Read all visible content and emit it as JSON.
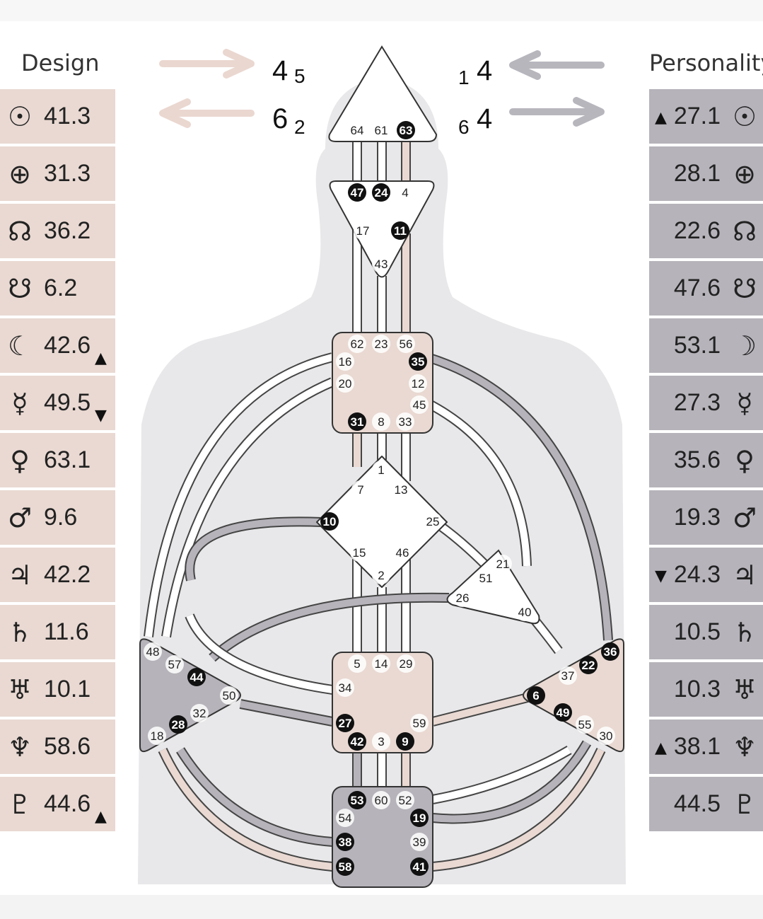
{
  "design": {
    "title": "Design",
    "rows": [
      {
        "icon": "sun-icon",
        "symbol": "☉",
        "value": "41.3",
        "mark": ""
      },
      {
        "icon": "earth-icon",
        "symbol": "⊕",
        "value": "31.3",
        "mark": ""
      },
      {
        "icon": "north-node-icon",
        "symbol": "☊",
        "value": "36.2",
        "mark": ""
      },
      {
        "icon": "south-node-icon",
        "symbol": "☋",
        "value": "6.2",
        "mark": ""
      },
      {
        "icon": "moon-icon",
        "symbol": "☾",
        "value": "42.6",
        "mark": "▲"
      },
      {
        "icon": "mercury-icon",
        "symbol": "☿",
        "value": "49.5",
        "mark": "▼"
      },
      {
        "icon": "venus-icon",
        "symbol": "♀",
        "value": "63.1",
        "mark": ""
      },
      {
        "icon": "mars-icon",
        "symbol": "♂",
        "value": "9.6",
        "mark": ""
      },
      {
        "icon": "jupiter-icon",
        "symbol": "♃",
        "value": "42.2",
        "mark": ""
      },
      {
        "icon": "saturn-icon",
        "symbol": "♄",
        "value": "11.6",
        "mark": ""
      },
      {
        "icon": "uranus-icon",
        "symbol": "♅",
        "value": "10.1",
        "mark": ""
      },
      {
        "icon": "neptune-icon",
        "symbol": "♆",
        "value": "58.6",
        "mark": ""
      },
      {
        "icon": "pluto-icon",
        "symbol": "♇",
        "value": "44.6",
        "mark": "▲"
      }
    ]
  },
  "personality": {
    "title": "Personality",
    "rows": [
      {
        "icon": "sun-icon",
        "symbol": "☉",
        "value": "27.1",
        "mark": "▲"
      },
      {
        "icon": "earth-icon",
        "symbol": "⊕",
        "value": "28.1",
        "mark": ""
      },
      {
        "icon": "north-node-icon",
        "symbol": "☊",
        "value": "22.6",
        "mark": ""
      },
      {
        "icon": "south-node-icon",
        "symbol": "☋",
        "value": "47.6",
        "mark": ""
      },
      {
        "icon": "moon-icon",
        "symbol": "☽",
        "value": "53.1",
        "mark": ""
      },
      {
        "icon": "mercury-icon",
        "symbol": "☿",
        "value": "27.3",
        "mark": ""
      },
      {
        "icon": "venus-icon",
        "symbol": "♀",
        "value": "35.6",
        "mark": ""
      },
      {
        "icon": "mars-icon",
        "symbol": "♂",
        "value": "19.3",
        "mark": ""
      },
      {
        "icon": "jupiter-icon",
        "symbol": "♃",
        "value": "24.3",
        "mark": "▼"
      },
      {
        "icon": "saturn-icon",
        "symbol": "♄",
        "value": "10.5",
        "mark": ""
      },
      {
        "icon": "uranus-icon",
        "symbol": "♅",
        "value": "10.3",
        "mark": ""
      },
      {
        "icon": "neptune-icon",
        "symbol": "♆",
        "value": "38.1",
        "mark": "▲"
      },
      {
        "icon": "pluto-icon",
        "symbol": "♇",
        "value": "44.5",
        "mark": ""
      }
    ]
  },
  "variables": {
    "design_top_big": "4",
    "design_top_small": "5",
    "design_bottom_big": "6",
    "design_bottom_small": "2",
    "pers_top_small": "1",
    "pers_top_big": "4",
    "pers_bottom_small": "6",
    "pers_bottom_big": "4"
  },
  "colors": {
    "design": "#e9d9d2",
    "personality": "#b6b3ba",
    "defined_black": "#111111"
  },
  "centers": {
    "head": {
      "gates": [
        "64",
        "61",
        "63"
      ],
      "defined_gates": [
        "63"
      ]
    },
    "ajna": {
      "gates": [
        "47",
        "24",
        "4",
        "17",
        "11",
        "43"
      ],
      "defined_gates": [
        "47",
        "24",
        "11"
      ]
    },
    "throat": {
      "gates": [
        "62",
        "23",
        "56",
        "16",
        "35",
        "20",
        "12",
        "45",
        "31",
        "8",
        "33"
      ],
      "defined_gates": [
        "35",
        "31"
      ]
    },
    "g": {
      "gates": [
        "1",
        "7",
        "13",
        "10",
        "25",
        "15",
        "46",
        "2"
      ],
      "defined_gates": [
        "10"
      ]
    },
    "ego": {
      "gates": [
        "21",
        "51",
        "26",
        "40"
      ],
      "defined_gates": []
    },
    "spleen": {
      "gates": [
        "48",
        "57",
        "44",
        "50",
        "32",
        "28",
        "18"
      ],
      "defined_gates": [
        "44",
        "28"
      ]
    },
    "sacral": {
      "gates": [
        "5",
        "14",
        "29",
        "34",
        "27",
        "59",
        "42",
        "3",
        "9"
      ],
      "defined_gates": [
        "27",
        "42",
        "9"
      ]
    },
    "solar_plexus": {
      "gates": [
        "36",
        "22",
        "37",
        "6",
        "49",
        "55",
        "30"
      ],
      "defined_gates": [
        "36",
        "22",
        "6",
        "49"
      ]
    },
    "root": {
      "gates": [
        "53",
        "60",
        "52",
        "54",
        "19",
        "38",
        "39",
        "58",
        "41"
      ],
      "defined_gates": [
        "53",
        "19",
        "38",
        "58",
        "41"
      ]
    }
  }
}
